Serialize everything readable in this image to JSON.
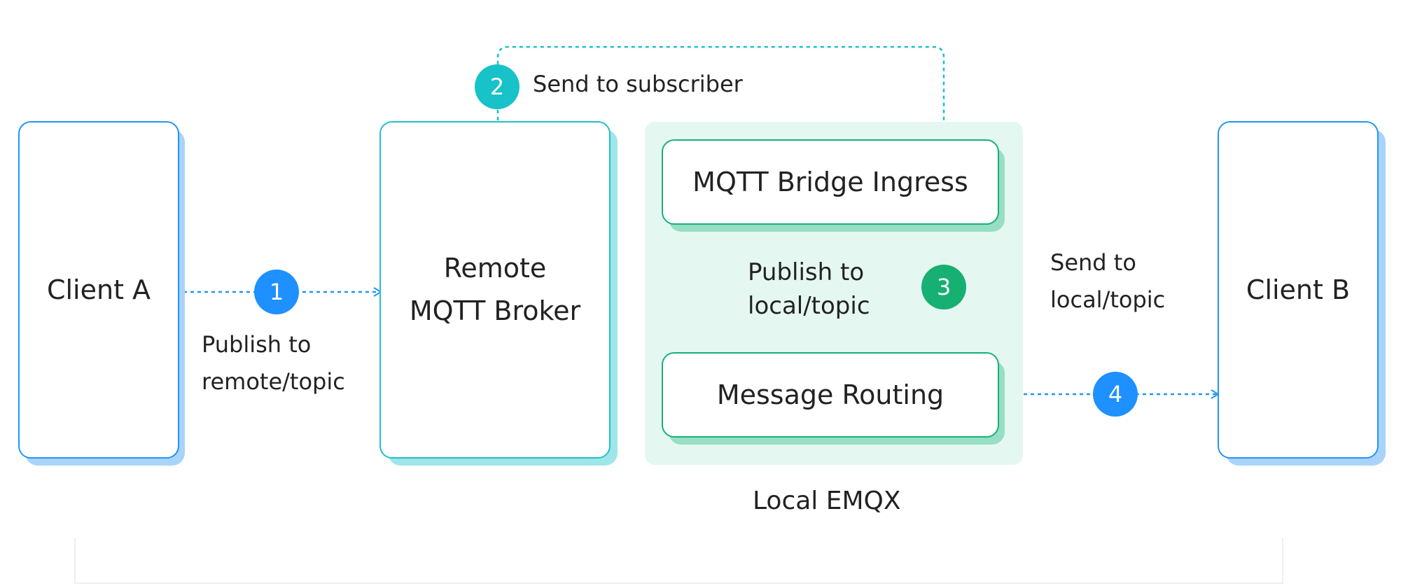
{
  "nodes": {
    "client_a": "Client A",
    "remote_broker_line1": "Remote",
    "remote_broker_line2": "MQTT Broker",
    "bridge_ingress": "MQTT Bridge Ingress",
    "message_routing": "Message Routing",
    "client_b": "Client B",
    "local_emqx": "Local EMQX"
  },
  "steps": [
    {
      "number": "1",
      "line1": "Publish to",
      "line2": "remote/topic",
      "color": "#1e90ff"
    },
    {
      "number": "2",
      "line1": "Send to subscriber",
      "line2": "",
      "color": "#17c2c9"
    },
    {
      "number": "3",
      "line1": "Publish to",
      "line2": "local/topic",
      "color": "#16b072"
    },
    {
      "number": "4",
      "line1": "Send to",
      "line2": "local/topic",
      "color": "#1e90ff"
    }
  ],
  "colors": {
    "client_border": "#2196f3",
    "broker_border": "#21c0c8",
    "emqx_border": "#17b07a",
    "emqx_panel": "#e5f7f1"
  }
}
